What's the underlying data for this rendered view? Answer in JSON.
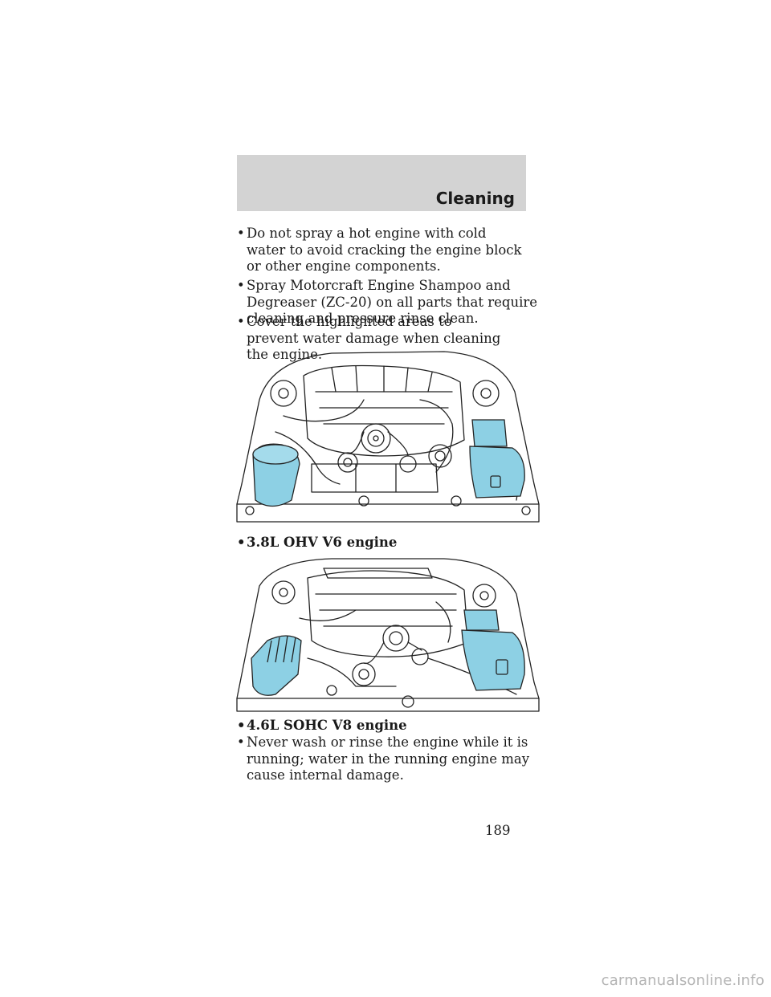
{
  "header": {
    "title": "Cleaning"
  },
  "bullets": [
    {
      "dot": "•",
      "text": "Do not spray a hot engine with cold water to avoid cracking the engine block or other engine components."
    },
    {
      "dot": "•",
      "text": "Spray Motorcraft Engine Shampoo and Degreaser (ZC-20) on all parts that require cleaning and pressure rinse clean."
    },
    {
      "dot": "•",
      "text": "Cover the highlighted areas to prevent water damage when cleaning the engine."
    }
  ],
  "figures": [
    {
      "caption_dot": "•",
      "caption": "3.8L OHV V6 engine"
    },
    {
      "caption_dot": "•",
      "caption": "4.6L SOHC V8 engine"
    }
  ],
  "final_bullet": {
    "dot": "•",
    "text": "Never wash or rinse the engine while it is running; water in the running engine may cause internal damage."
  },
  "page_number": "189",
  "footer": {
    "watermark": "carmanualsonline.info"
  },
  "colors": {
    "highlight": "#8dd0e4",
    "header_bg": "#d3d3d3",
    "line": "#222222"
  }
}
